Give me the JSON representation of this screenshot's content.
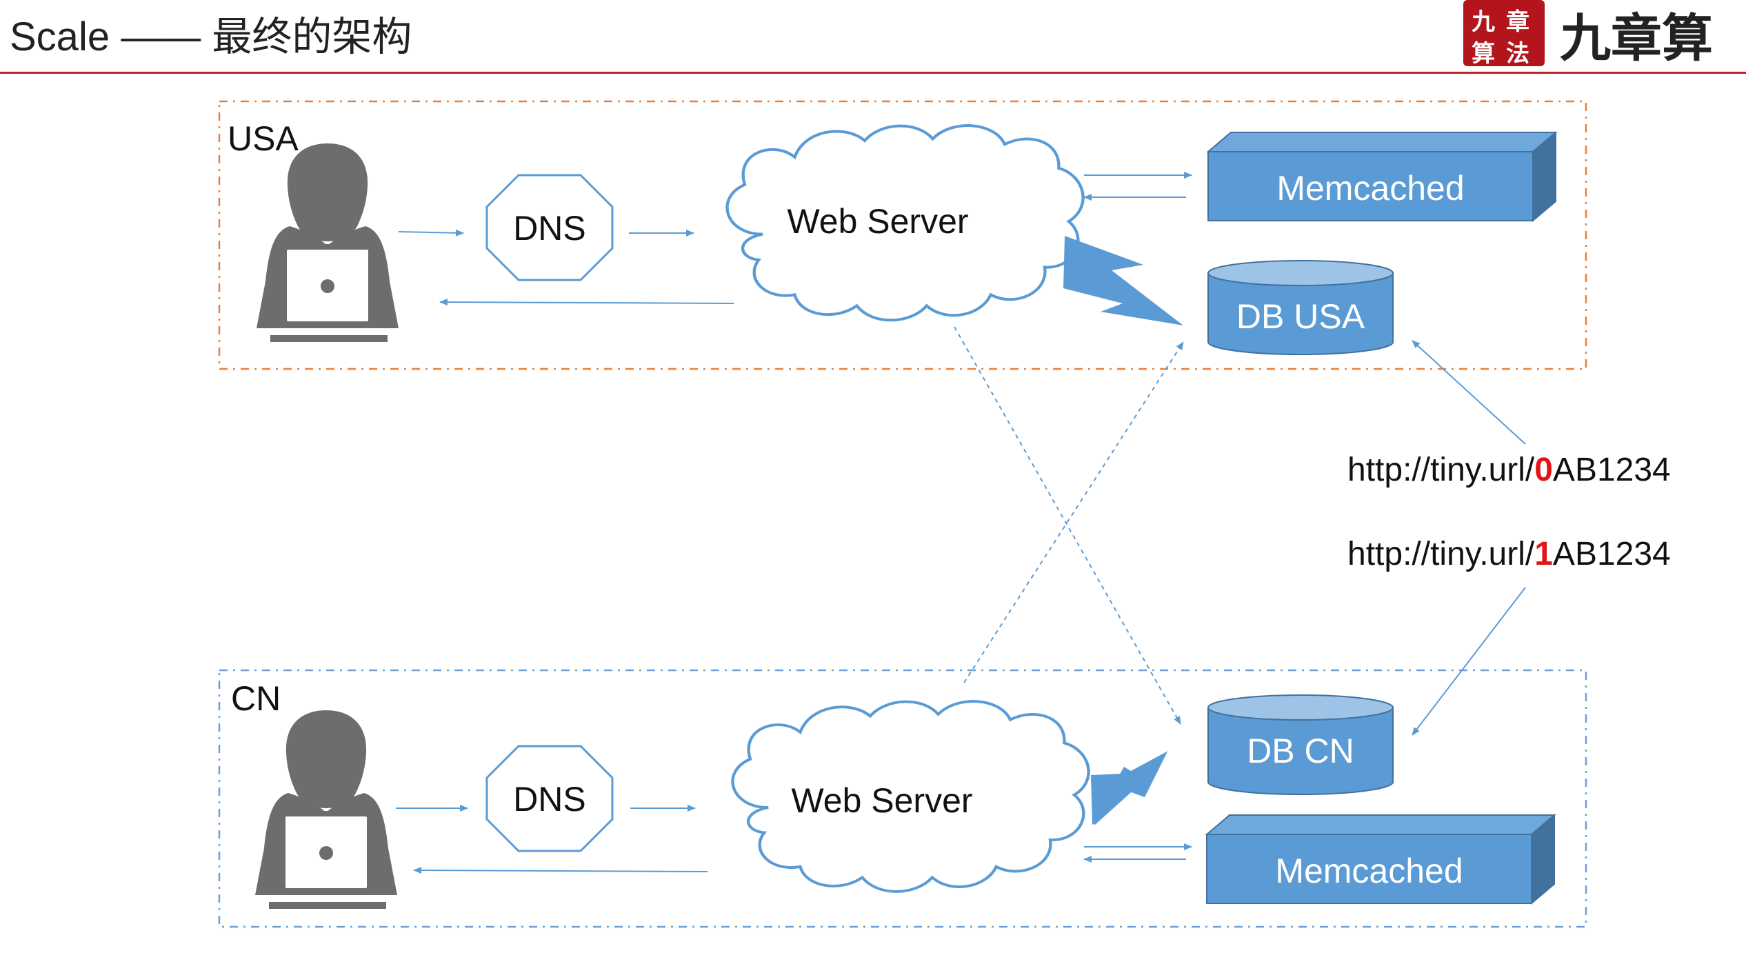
{
  "header": {
    "title": "Scale —— 最终的架构",
    "logo_seal": [
      "九",
      "章",
      "算",
      "法"
    ],
    "logo_text": "九章算"
  },
  "diagram": {
    "regions": [
      {
        "id": "usa",
        "label": "USA",
        "border_color": "#e8803a"
      },
      {
        "id": "cn",
        "label": "CN",
        "border_color": "#6aa0d8"
      }
    ],
    "nodes": {
      "dns_usa": "DNS",
      "web_usa": "Web Server",
      "memcached_usa": "Memcached",
      "db_usa": "DB USA",
      "dns_cn": "DNS",
      "web_cn": "Web Server",
      "db_cn": "DB CN",
      "memcached_cn": "Memcached"
    },
    "urls": [
      {
        "prefix": "http://tiny.url/",
        "highlight": "0",
        "suffix": "AB1234"
      },
      {
        "prefix": "http://tiny.url/",
        "highlight": "1",
        "suffix": "AB1234"
      }
    ]
  },
  "colors": {
    "accent_red": "#c0202a",
    "box_blue": "#5b9bd5",
    "box_blue_dark": "#41719c",
    "arrow_blue": "#5b9bd5",
    "person_gray": "#6d6d6d",
    "highlight_red": "#e0141a"
  }
}
